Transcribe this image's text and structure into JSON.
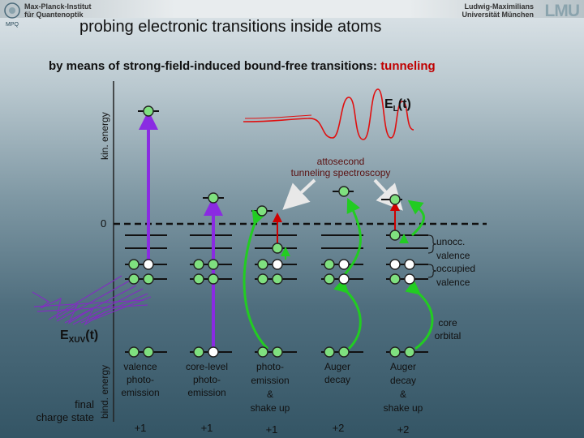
{
  "header": {
    "left_institute": [
      "Max-Planck-Institut",
      "für Quantenoptik"
    ],
    "left_logo": "MPQ",
    "right_institute": [
      "Ludwig-Maximilians",
      "Universität München"
    ],
    "right_logo": "LMU"
  },
  "title": "probing electronic transitions inside atoms",
  "subtitle": {
    "prefix": "by means of strong-field-induced bound-free transitions: ",
    "highlight": "tunneling"
  },
  "axes": {
    "kin": "kin. energy",
    "bind": "bind. energy",
    "zero": "0"
  },
  "pulse_labels": {
    "el_main": "E",
    "el_sub": "L",
    "el_arg": "(t)",
    "exuv_main": "E",
    "exuv_sub": "XUV",
    "exuv_arg": "(t)"
  },
  "attosecond": [
    "attosecond",
    "tunneling spectroscopy"
  ],
  "legend": {
    "unocc": [
      "unocc.",
      "valence"
    ],
    "occ": [
      "occupied",
      "valence"
    ],
    "core": [
      "core",
      "orbital"
    ]
  },
  "final_charge_label": [
    "final",
    "charge state"
  ],
  "processes": [
    {
      "label": [
        "valence",
        "photo-",
        "emission"
      ],
      "charge": "+1"
    },
    {
      "label": [
        "core-level",
        "photo-",
        "emission"
      ],
      "charge": "+1"
    },
    {
      "label": [
        "photo-",
        "emission",
        "&",
        "shake up"
      ],
      "charge": "+1"
    },
    {
      "label": [
        "Auger",
        "decay"
      ],
      "charge": "+2"
    },
    {
      "label": [
        "Auger",
        "decay",
        "&",
        "shake up"
      ],
      "charge": "+2"
    }
  ],
  "colors": {
    "electron_fill": "#7fe07f",
    "vacancy_fill": "#ffffff",
    "excitation_arrow": "#8a2be2",
    "tunnel_arrow": "#d00000",
    "auger_arrow": "#22cc22",
    "pulse": "#e01010",
    "xuv": "#8030c0"
  }
}
